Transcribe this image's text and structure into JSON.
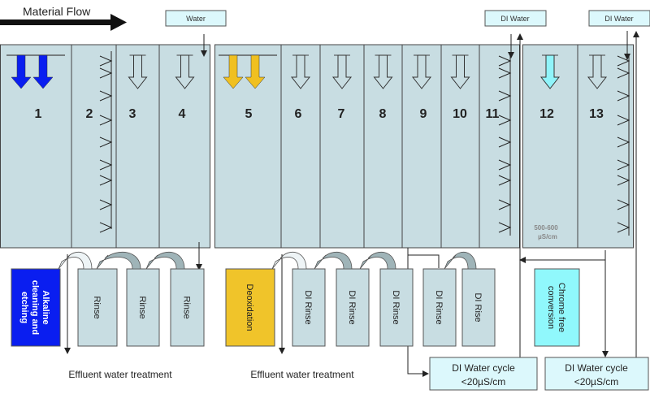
{
  "title": "Material Flow",
  "supplies": [
    {
      "id": "water",
      "label": "Water"
    },
    {
      "id": "di1",
      "label": "DI Water"
    },
    {
      "id": "di2",
      "label": "DI Water"
    }
  ],
  "tanks": [
    {
      "number": "1",
      "arrow": "double",
      "color": "#0a1ef0"
    },
    {
      "number": "2",
      "arrow": "spray"
    },
    {
      "number": "3",
      "arrow": "outline"
    },
    {
      "number": "4",
      "arrow": "outline"
    },
    {
      "number": "5",
      "arrow": "double",
      "color": "#f0c020"
    },
    {
      "number": "6",
      "arrow": "outline"
    },
    {
      "number": "7",
      "arrow": "outline"
    },
    {
      "number": "8",
      "arrow": "outline"
    },
    {
      "number": "9",
      "arrow": "outline"
    },
    {
      "number": "10",
      "arrow": "outline"
    },
    {
      "number": "11",
      "arrow": "spray"
    },
    {
      "number": "12",
      "arrow": "single",
      "color": "#90f4fa"
    },
    {
      "number": "13",
      "arrow": "outline"
    }
  ],
  "conductivity_note": {
    "line1": "500-600",
    "line2": "µS/cm"
  },
  "process_boxes": [
    {
      "label": "Alkaline cleaning and etching",
      "lines": [
        "Alkaline",
        "cleaning and",
        "etching"
      ],
      "color": "#0a1ef0",
      "text_color": "#ffffff"
    },
    {
      "label": "Rinse",
      "lines": [
        "Rinse"
      ],
      "color": "#c8dde2"
    },
    {
      "label": "Rinse",
      "lines": [
        "Rinse"
      ],
      "color": "#c8dde2"
    },
    {
      "label": "Rinse",
      "lines": [
        "Rinse"
      ],
      "color": "#c8dde2"
    },
    {
      "label": "Deoxidation",
      "lines": [
        "Deoxidation"
      ],
      "color": "#f0c42a"
    },
    {
      "label": "DI Rinse",
      "lines": [
        "DI Rinse"
      ],
      "color": "#c8dde2"
    },
    {
      "label": "DI Rinse",
      "lines": [
        "DI Rinse"
      ],
      "color": "#c8dde2"
    },
    {
      "label": "DI Rinse",
      "lines": [
        "DI Rinse"
      ],
      "color": "#c8dde2"
    },
    {
      "label": "DI Rinse",
      "lines": [
        "DI Rinse"
      ],
      "color": "#c8dde2"
    },
    {
      "label": "DI Rise",
      "lines": [
        "DI Rise"
      ],
      "color": "#c8dde2"
    },
    {
      "label": "Chrome free conversion",
      "lines": [
        "Chrome free",
        "conversion"
      ],
      "color": "#90f8fc"
    }
  ],
  "effluent_labels": [
    "Effluent water treatment",
    "Effluent water treatment"
  ],
  "di_cycles": [
    {
      "line1": "DI Water cycle",
      "line2": "<20µS/cm"
    },
    {
      "line1": "DI Water cycle",
      "line2": "<20µS/cm"
    }
  ],
  "colors": {
    "tank_fill": "#c8dde2",
    "supply_fill": "#dcf8fc",
    "outline": "#555555"
  }
}
